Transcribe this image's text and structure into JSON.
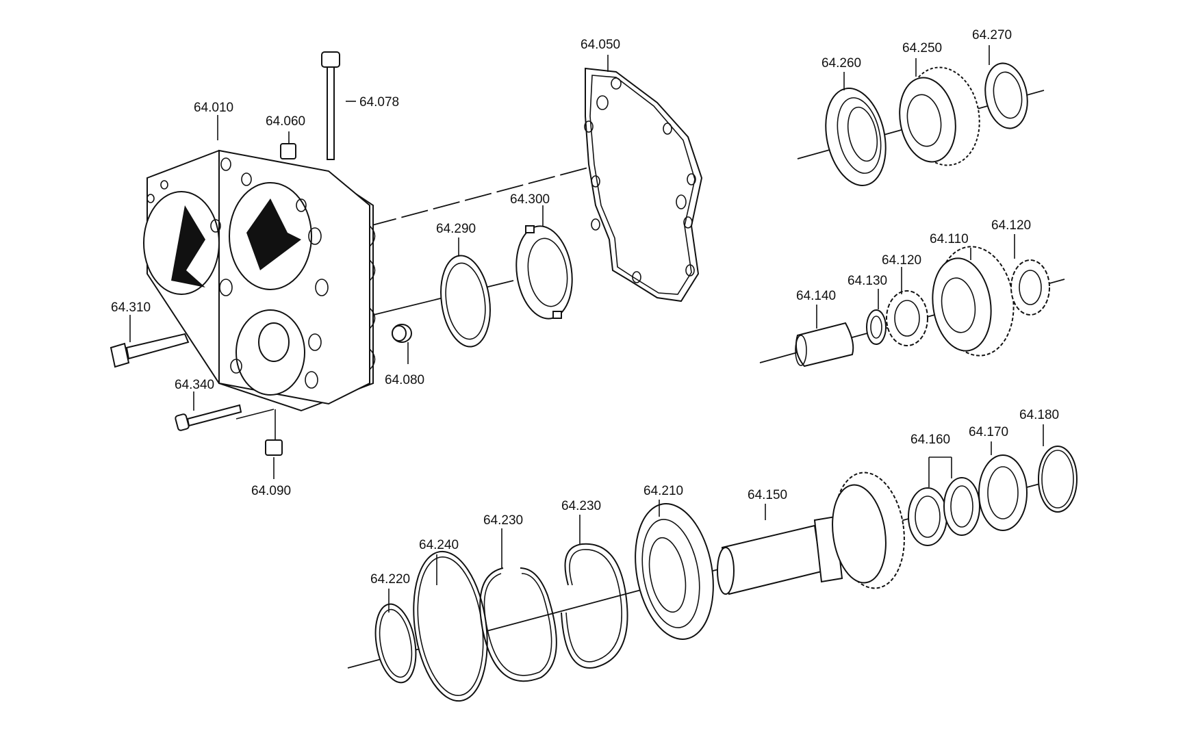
{
  "labels": {
    "p64_010": "64.010",
    "p64_060": "64.060",
    "p64_078": "64.078",
    "p64_050": "64.050",
    "p64_260": "64.260",
    "p64_250": "64.250",
    "p64_270": "64.270",
    "p64_300": "64.300",
    "p64_290": "64.290",
    "p64_310": "64.310",
    "p64_080": "64.080",
    "p64_340": "64.340",
    "p64_090": "64.090",
    "p64_120a": "64.120",
    "p64_110": "64.110",
    "p64_120b": "64.120",
    "p64_130": "64.130",
    "p64_140": "64.140",
    "p64_180": "64.180",
    "p64_160": "64.160",
    "p64_170": "64.170",
    "p64_210": "64.210",
    "p64_150": "64.150",
    "p64_230a": "64.230",
    "p64_230b": "64.230",
    "p64_240": "64.240",
    "p64_220": "64.220"
  }
}
